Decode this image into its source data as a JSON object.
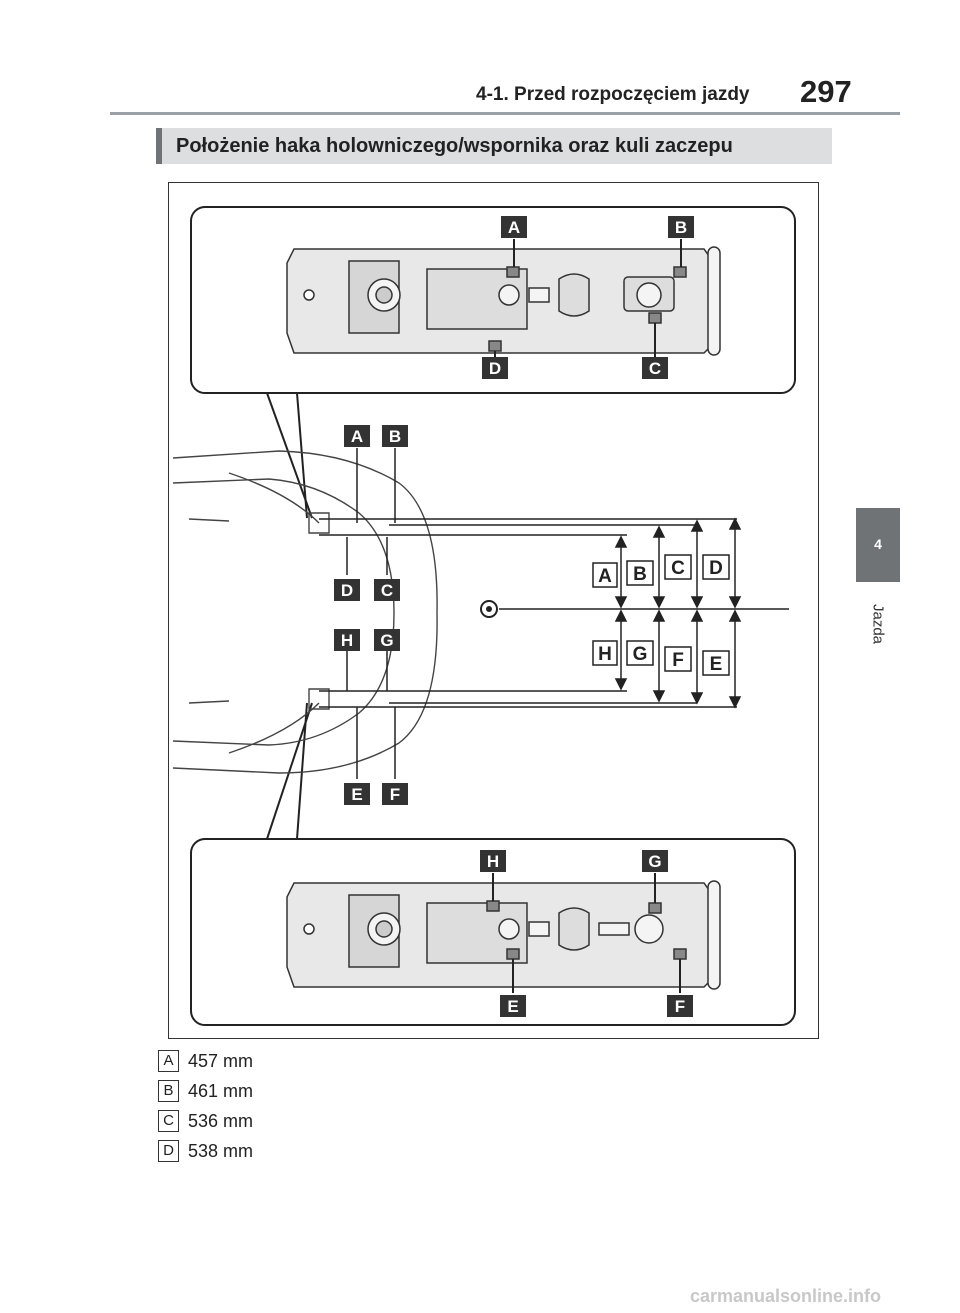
{
  "header": {
    "chapter": "4-1. Przed rozpoczęciem jazdy",
    "page_number": "297"
  },
  "side_tab": {
    "number": "4",
    "label": "Jazda"
  },
  "section": {
    "title": "Położenie haka holowniczego/wspornika oraz kuli zaczepu"
  },
  "figure": {
    "top_detail_labels": [
      "A",
      "B",
      "D",
      "C"
    ],
    "car_labels": [
      "A",
      "B",
      "D",
      "C",
      "H",
      "G",
      "E",
      "F"
    ],
    "dimension_labels": [
      "A",
      "B",
      "C",
      "D",
      "H",
      "G",
      "F",
      "E"
    ],
    "bottom_detail_labels": [
      "H",
      "G",
      "E",
      "F"
    ]
  },
  "specs": [
    {
      "key": "A",
      "value": "457 mm"
    },
    {
      "key": "B",
      "value": "461 mm"
    },
    {
      "key": "C",
      "value": "536 mm"
    },
    {
      "key": "D",
      "value": "538 mm"
    }
  ],
  "watermark": "carmanualsonline.info"
}
